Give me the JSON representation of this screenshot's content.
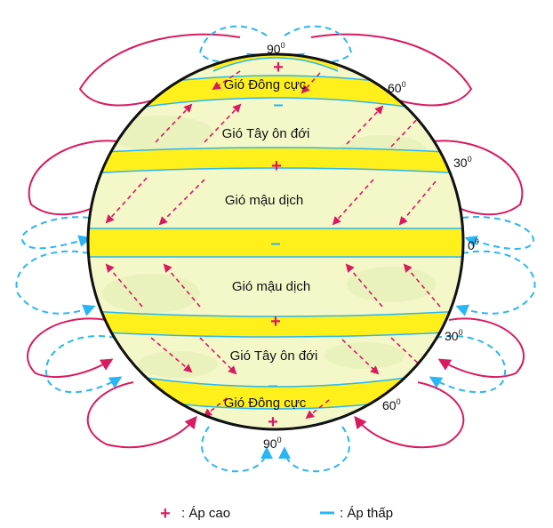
{
  "diagram": {
    "latitudes": {
      "north_90": "90",
      "north_60": "60",
      "north_30": "30",
      "equator": "0",
      "south_30": "30",
      "south_60": "60",
      "south_90": "90",
      "degree": "0"
    },
    "belts": {
      "north_polar_easterlies": "Gió Đông cực",
      "north_westerlies": "Gió Tây ôn đới",
      "north_trade_winds": "Gió mậu dịch",
      "south_trade_winds": "Gió mậu dịch",
      "south_westerlies": "Gió Tây ôn đới",
      "south_polar_easterlies": "Gió Đông cực"
    },
    "pressure_symbols": {
      "high": "+",
      "low": "–"
    }
  },
  "legend": {
    "high_symbol": "+",
    "high_label": ": Áp cao",
    "low_label": ": Áp thấp"
  },
  "colors": {
    "high_pressure": "#d81b60",
    "low_pressure": "#29b6f6",
    "belt_fill": "#ffef1a",
    "globe_fill": "#f4f7c8",
    "wind_arrow": "#d81b60",
    "outline": "#111111"
  }
}
